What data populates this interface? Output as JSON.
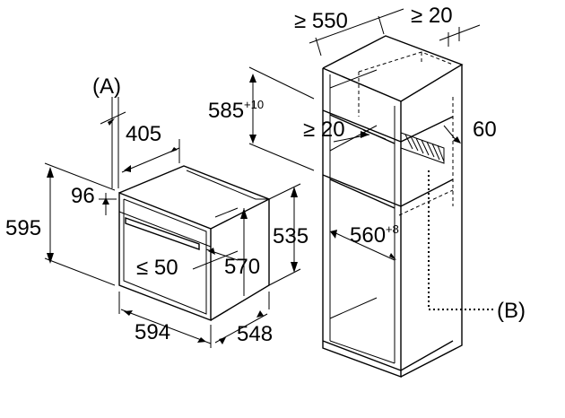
{
  "labels": {
    "callout_a": "(A)",
    "callout_b": "(B)",
    "depth_min": "≥ 550",
    "gap_min_top": "≥ 20",
    "gap_min_side": "≥ 20",
    "vent_depth": "60",
    "niche_height_base": "585",
    "niche_height_tol": "+10",
    "niche_width_base": "560",
    "niche_width_tol": "+8",
    "oven_top_depth": "405",
    "door_offset": "96",
    "oven_height": "595",
    "body_height": "535",
    "inner_height": "570",
    "handle_clearance": "≤ 50",
    "oven_width": "594",
    "oven_depth": "548"
  }
}
